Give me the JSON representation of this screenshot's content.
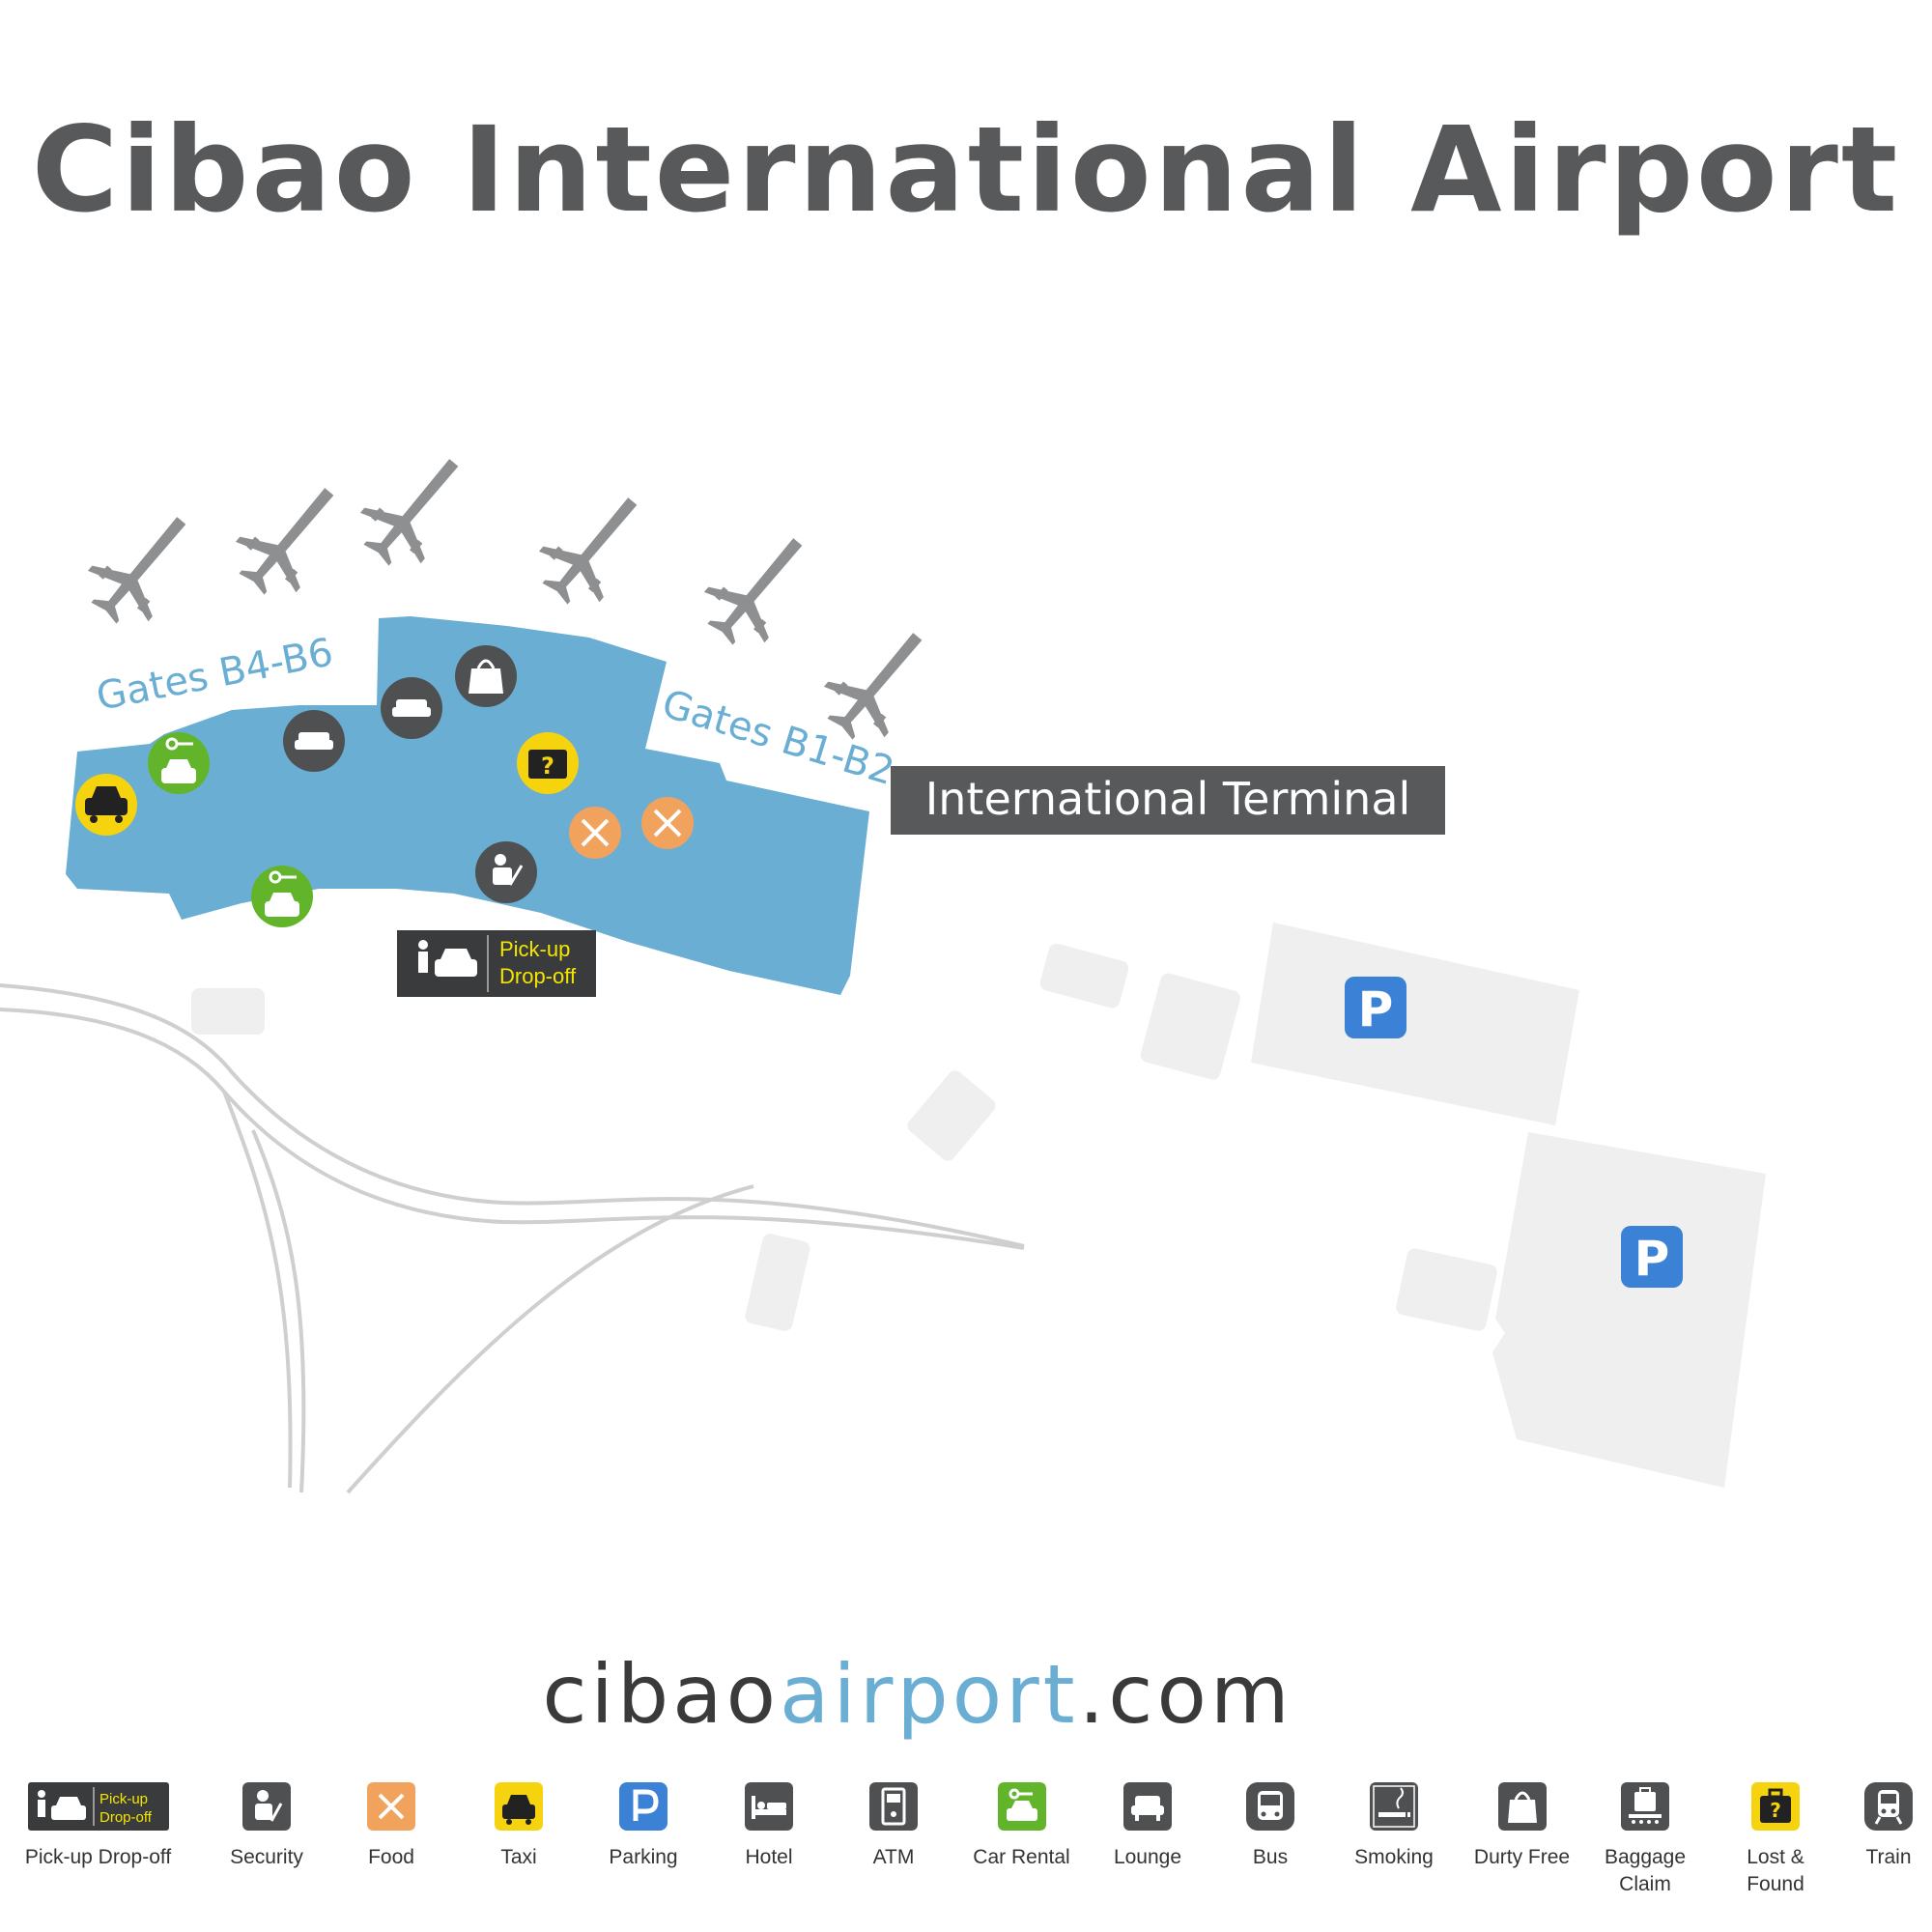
{
  "title": "Cibao International Airport",
  "map": {
    "gates_b4_b6": "Gates B4-B6",
    "gates_b1_b2": "Gates B1-B2",
    "terminal_label": "International Terminal",
    "pickup_sign": {
      "line1": "Pick-up",
      "line2": "Drop-off"
    },
    "parking_letter": "P"
  },
  "website": {
    "prefix": "cibao",
    "middle": "airport",
    "suffix": ".com"
  },
  "legend": {
    "pickup_badge": {
      "line1": "Pick-up",
      "line2": "Drop-off"
    },
    "items": [
      {
        "label": "Pick-up Drop-off",
        "icon": "pickup-dropoff-icon"
      },
      {
        "label": "Security",
        "icon": "security-icon"
      },
      {
        "label": "Food",
        "icon": "food-icon"
      },
      {
        "label": "Taxi",
        "icon": "taxi-icon"
      },
      {
        "label": "Parking",
        "icon": "parking-icon"
      },
      {
        "label": "Hotel",
        "icon": "hotel-icon"
      },
      {
        "label": "ATM",
        "icon": "atm-icon"
      },
      {
        "label": "Car Rental",
        "icon": "car-rental-icon"
      },
      {
        "label": "Lounge",
        "icon": "lounge-icon"
      },
      {
        "label": "Bus",
        "icon": "bus-icon"
      },
      {
        "label": "Smoking",
        "icon": "smoking-icon"
      },
      {
        "label": "Durty Free",
        "icon": "duty-free-icon"
      },
      {
        "label": "Baggage",
        "label2": "Claim",
        "icon": "baggage-claim-icon"
      },
      {
        "label": "Lost &",
        "label2": "Found",
        "icon": "lost-found-icon"
      },
      {
        "label": "Train",
        "icon": "train-icon"
      }
    ]
  },
  "colors": {
    "terminal": "#6aaed3",
    "title": "#58595b",
    "gate_text": "#6aaed3",
    "parking": "#3b82d6",
    "car_rental": "#62b52b",
    "taxi": "#f5d40f",
    "food": "#f1a25d",
    "dark_icon": "#4f5052",
    "lot": "#efefef",
    "road": "#cfcfcf"
  }
}
